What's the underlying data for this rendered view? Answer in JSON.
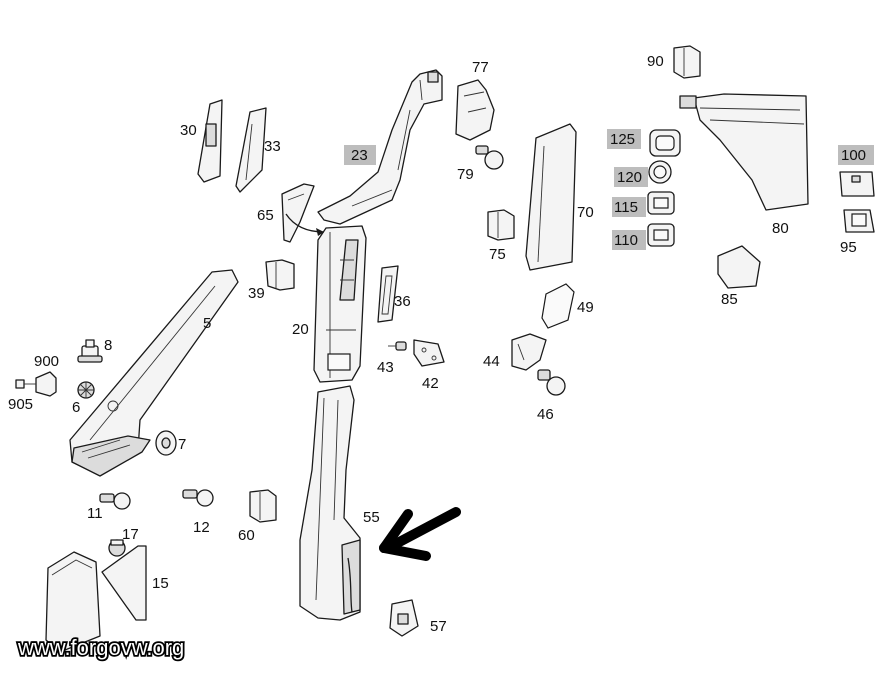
{
  "labels": {
    "p5": "5",
    "p6": "6",
    "p7": "7",
    "p8": "8",
    "p11": "11",
    "p12": "12",
    "p15": "15",
    "p17": "17",
    "p20": "20",
    "p23": "23",
    "p30": "30",
    "p33": "33",
    "p36": "36",
    "p39": "39",
    "p42": "42",
    "p43": "43",
    "p44": "44",
    "p46": "46",
    "p49": "49",
    "p55": "55",
    "p57": "57",
    "p60": "60",
    "p65": "65",
    "p70": "70",
    "p75": "75",
    "p77": "77",
    "p79": "79",
    "p80": "80",
    "p85": "85",
    "p90": "90",
    "p95": "95",
    "p100": "100",
    "p110": "110",
    "p115": "115",
    "p120": "120",
    "p125": "125",
    "p900": "900",
    "p905": "905"
  },
  "highlighted": [
    "23",
    "100",
    "110",
    "115",
    "120",
    "125"
  ],
  "colors": {
    "highlight": "#bdbdbd",
    "stroke": "#1a1a1a",
    "arrow": "#000000"
  },
  "watermark": "www.forgovw.org"
}
